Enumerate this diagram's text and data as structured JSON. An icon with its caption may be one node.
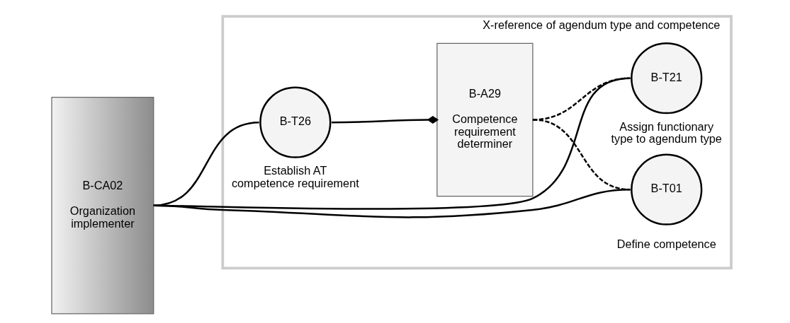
{
  "diagram": {
    "nodes": [
      {
        "text": [
          "B-CA02",
          "Organization implementer"
        ]
      },
      {
        "text": [
          "X-reference of agendum type and competence"
        ]
      },
      {
        "text": [
          "B-A29",
          "Competence requirement determiner"
        ],
        "in": 1
      },
      {
        "text": [
          "B-T26"
        ],
        "beside": [
          "Establish AT competence requirement"
        ],
        "in": 1
      },
      {
        "text": [
          "B-T21"
        ],
        "beside": [
          "Assign functionary type to agendum type"
        ],
        "in": 1
      },
      {
        "text": [
          "B-T01"
        ],
        "beside": [
          "Define competence"
        ],
        "in": 1
      }
    ],
    "edges": [
      {
        "from": 0,
        "to": 4,
        "arrow": "none"
      },
      {
        "from": 0,
        "to": 3,
        "arrow": "none"
      },
      {
        "from": 0,
        "to": 5,
        "arrow": "none"
      },
      {
        "from": 3,
        "to": 2,
        "arrow": "other"
      },
      {
        "from": 2,
        "to": 4,
        "arrow": "none",
        "style": "dashed"
      },
      {
        "from": 2,
        "to": 5,
        "arrow": "none",
        "style": "dashed"
      }
    ]
  }
}
